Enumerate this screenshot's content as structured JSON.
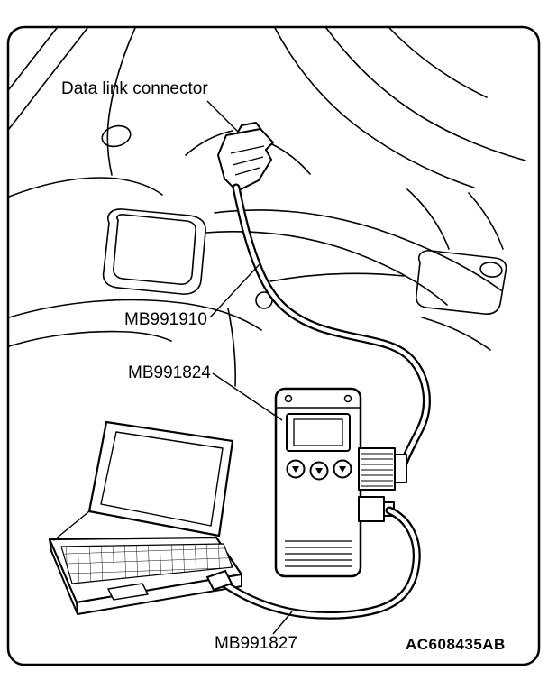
{
  "figure": {
    "labels": {
      "data_link_connector": "Data link connector",
      "mb991910": "MB991910",
      "mb991824": "MB991824",
      "mb991827": "MB991827",
      "figure_code": "AC608435AB"
    },
    "colors": {
      "line": "#000000",
      "background": "#ffffff"
    }
  }
}
